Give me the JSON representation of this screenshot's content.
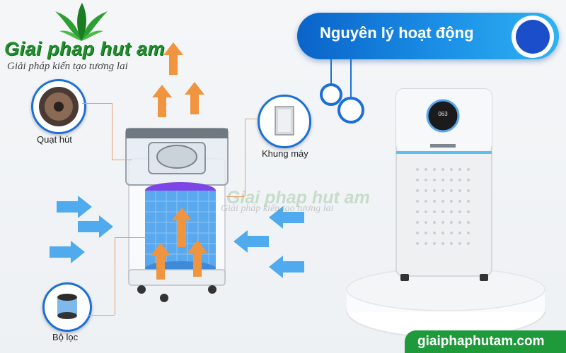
{
  "logo": {
    "brand": "Giai phap hut am",
    "slogan": "Giải pháp kiến tạo tương lai"
  },
  "banner": {
    "title": "Nguyên lý hoạt động"
  },
  "callouts": {
    "fan": "Quạt hút",
    "frame": "Khung máy",
    "filter": "Bộ lọc"
  },
  "watermark": {
    "brand": "Giai phap hut am",
    "slogan": "Giải pháp kiến tạo tương lai"
  },
  "device_display": {
    "reading": "063"
  },
  "footer": {
    "site": "giaiphaphutam.com"
  },
  "colors": {
    "brand_green": "#1e8f2a",
    "banner_blue": "#0a63c9",
    "arrow_orange": "#f09440",
    "arrow_blue": "#3fa3ee",
    "footer_green": "#1f9a3a"
  }
}
